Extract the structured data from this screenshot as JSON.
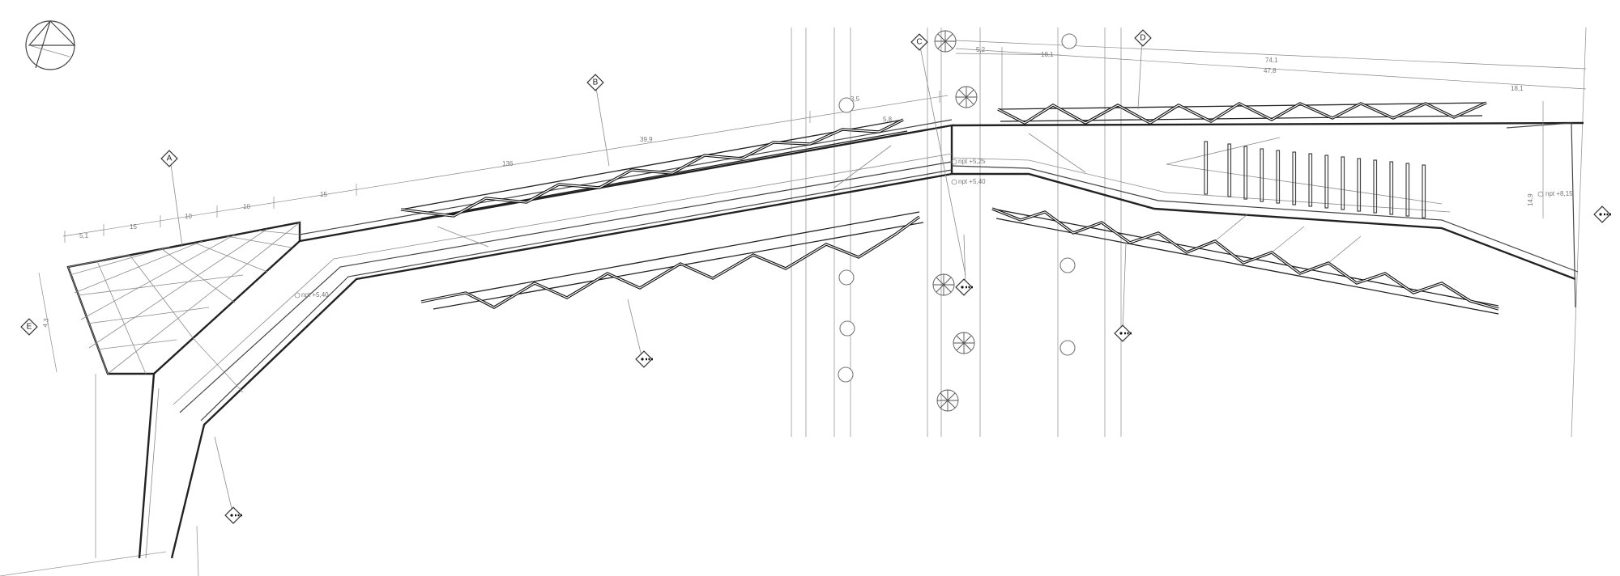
{
  "labels": {
    "a": "A",
    "b": "B",
    "c": "C",
    "d": "D",
    "e": "E"
  },
  "levels": {
    "l1": "npt +5,40",
    "l2": "npt +5,25",
    "l3": "npt +5,40",
    "l4": "npt +8,15"
  },
  "dimensions": {
    "d1": "5,1",
    "d2": "15",
    "d3": "10",
    "d4": "10",
    "d5": "15",
    "d6": "136",
    "d7": "39,9",
    "d8": "5,8",
    "d9": "3,5",
    "d10": "5,2",
    "d11": "18,1",
    "d12": "74,1",
    "d13": "47,8",
    "d14": "18,1",
    "d15": "14,9",
    "d16": "4,3"
  }
}
